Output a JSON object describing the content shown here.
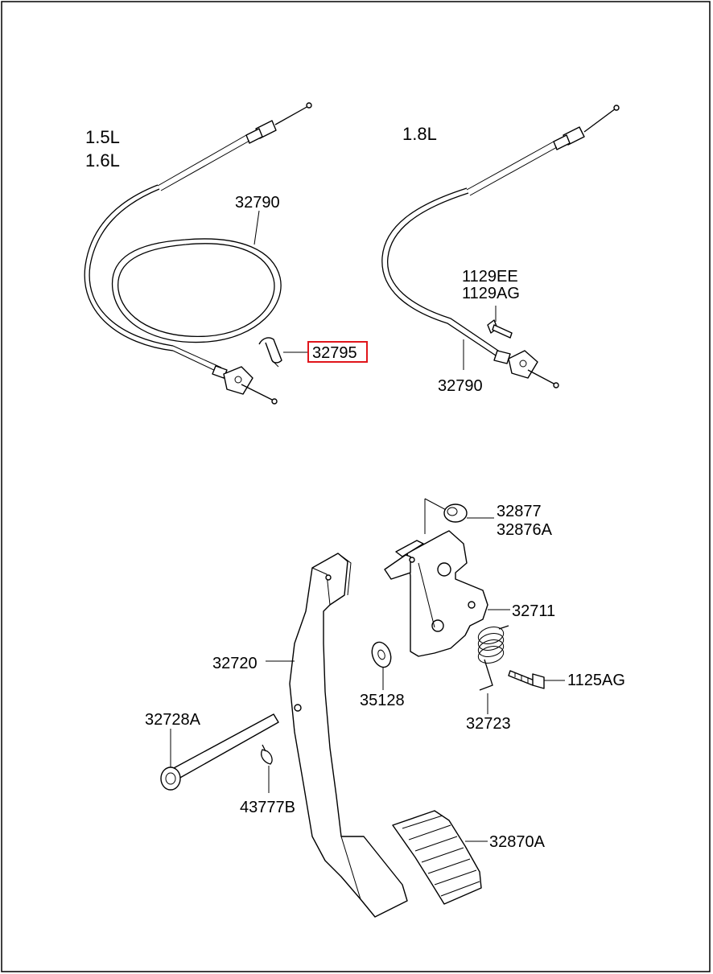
{
  "engine_groups": {
    "left": [
      "1.5L",
      "1.6L"
    ],
    "right": "1.8L"
  },
  "callouts": {
    "cable_left": "32790",
    "retainer_clip": "32795",
    "bolt_a": "1129EE",
    "bolt_b": "1129AG",
    "cable_right": "32790",
    "stopper_a": "32877",
    "stopper_b": "32876A",
    "bracket": "32711",
    "pedal_arm": "32720",
    "washer": "35128",
    "spring": "32723",
    "bolt_pivot": "1125AG",
    "pivot_pin": "32728A",
    "split_pin": "43777B",
    "pedal_pad": "32870A"
  },
  "highlight_color": "#e0151b"
}
